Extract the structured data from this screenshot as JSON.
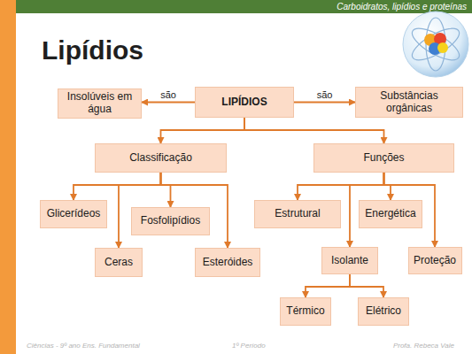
{
  "diagram": {
    "title": "Lipídios",
    "nodes": [
      {
        "text": [
          "Insolúveis em água"
        ]
      },
      {
        "text": [
          "LIPÍDIOS"
        ]
      },
      {
        "text": [
          "Substâncias orgânicas"
        ]
      },
      {
        "text": [
          "Classificação"
        ]
      },
      {
        "text": [
          "Funções"
        ]
      },
      {
        "text": [
          "Glicerídeos"
        ]
      },
      {
        "text": [
          "Fosfolipídios"
        ]
      },
      {
        "text": [
          "Ceras"
        ]
      },
      {
        "text": [
          "Esteróides"
        ]
      },
      {
        "text": [
          "Estrutural"
        ]
      },
      {
        "text": [
          "Energética"
        ]
      },
      {
        "text": [
          "Isolante"
        ]
      },
      {
        "text": [
          "Proteção"
        ]
      },
      {
        "text": [
          "Térmico"
        ]
      },
      {
        "text": [
          "Elétrico"
        ]
      }
    ],
    "edges": [
      {
        "from": 1,
        "to": 0,
        "label": "são",
        "arrow": "to"
      },
      {
        "from": 1,
        "to": 2,
        "label": "são",
        "arrow": "to"
      },
      {
        "from": 1,
        "to": 3,
        "arrow": "to"
      },
      {
        "from": 1,
        "to": 4,
        "arrow": "to"
      },
      {
        "from": 3,
        "to": 5,
        "arrow": "to"
      },
      {
        "from": 3,
        "to": 6,
        "arrow": "to"
      },
      {
        "from": 3,
        "to": 7,
        "arrow": "to"
      },
      {
        "from": 3,
        "to": 8,
        "arrow": "to"
      },
      {
        "from": 4,
        "to": 9,
        "arrow": "to"
      },
      {
        "from": 4,
        "to": 10,
        "arrow": "to"
      },
      {
        "from": 4,
        "to": 11,
        "arrow": "to"
      },
      {
        "from": 4,
        "to": 12,
        "arrow": "to"
      },
      {
        "from": 11,
        "to": 13,
        "arrow": "to"
      },
      {
        "from": 11,
        "to": 14,
        "arrow": "to"
      }
    ],
    "labels": [
      "Carboidratos, lipídios e proteínas",
      "Ciências - 9º ano Ens. Fundamental",
      "1º Período",
      "Profa. Rebeca Vale"
    ]
  }
}
